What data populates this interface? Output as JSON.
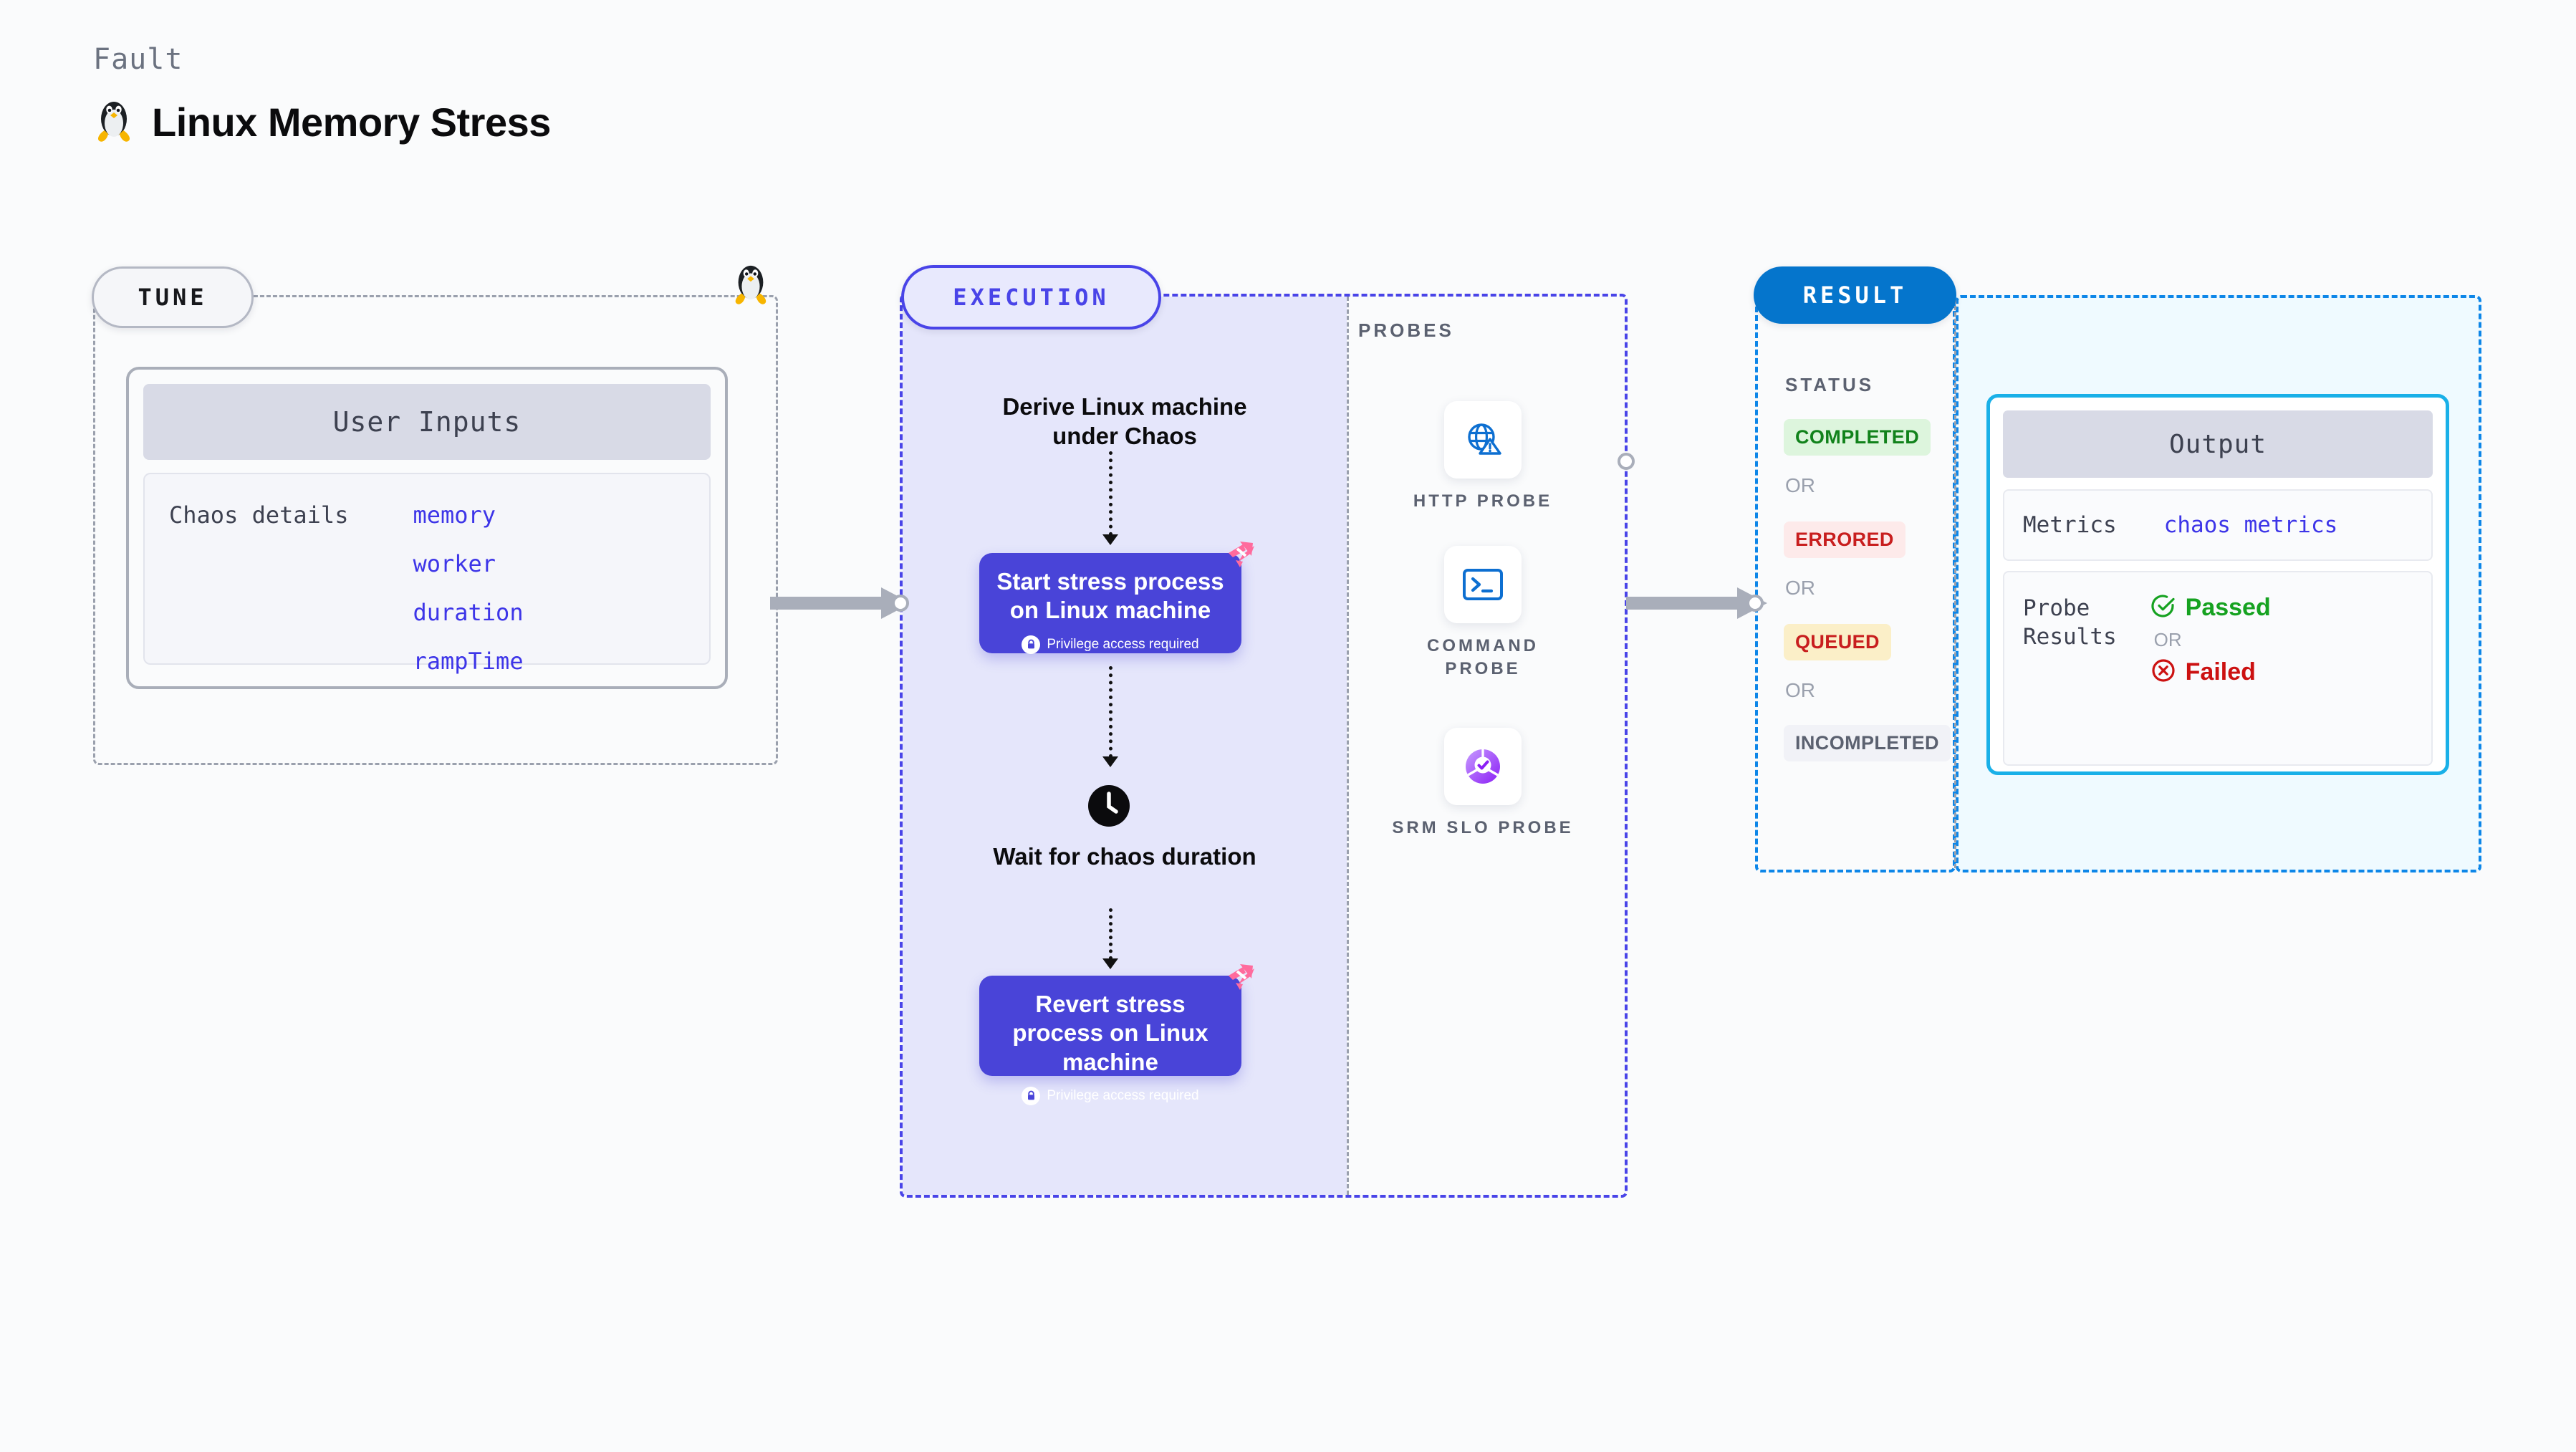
{
  "header": {
    "eyebrow": "Fault",
    "title": "Linux Memory Stress",
    "icon": "linux-penguin-icon"
  },
  "tune": {
    "pill_label": "TUNE",
    "card_header": "User Inputs",
    "details_label": "Chaos details",
    "params": [
      "memory",
      "worker",
      "duration",
      "rampTime"
    ],
    "target_icon": "linux-penguin-icon"
  },
  "execution": {
    "pill_label": "EXECUTION",
    "steps": [
      {
        "type": "label",
        "title": "Derive Linux machine under Chaos"
      },
      {
        "type": "action",
        "title": "Start stress process on Linux machine",
        "privilege_note": "Privilege access required"
      },
      {
        "type": "wait",
        "title": "Wait for chaos duration",
        "icon": "clock-icon"
      },
      {
        "type": "action",
        "title": "Revert stress process on Linux machine",
        "privilege_note": "Privilege access required"
      }
    ]
  },
  "probes": {
    "section_label": "PROBES",
    "items": [
      {
        "label": "HTTP PROBE",
        "icon": "globe-warning-icon"
      },
      {
        "label": "COMMAND PROBE",
        "icon": "terminal-icon"
      },
      {
        "label": "SRM SLO PROBE",
        "icon": "slo-donut-check-icon"
      }
    ]
  },
  "result": {
    "pill_label": "RESULT",
    "status_label": "STATUS",
    "or_label": "OR",
    "statuses": [
      {
        "label": "COMPLETED",
        "bg": "#ddf5dd",
        "fg": "#11821b"
      },
      {
        "label": "ERRORED",
        "bg": "#fdeaea",
        "fg": "#c81e1e"
      },
      {
        "label": "QUEUED",
        "bg": "#fbefc8",
        "fg": "#c81e1e"
      },
      {
        "label": "INCOMPLETED",
        "bg": "#f1f2f7",
        "fg": "#5b6170"
      }
    ],
    "output": {
      "header": "Output",
      "metrics_key": "Metrics",
      "metrics_value": "chaos metrics",
      "probe_results_key": "Probe\nResults",
      "passed_label": "Passed",
      "failed_label": "Failed",
      "or_label": "OR"
    }
  },
  "colors": {
    "accent_purple": "#4944d8",
    "accent_blue": "#0575cc",
    "accent_cyan": "#19b0e8",
    "link_indigo": "#3d35e8",
    "harness_pink": "#ff6b9d",
    "canvas": "#fafbfc"
  }
}
